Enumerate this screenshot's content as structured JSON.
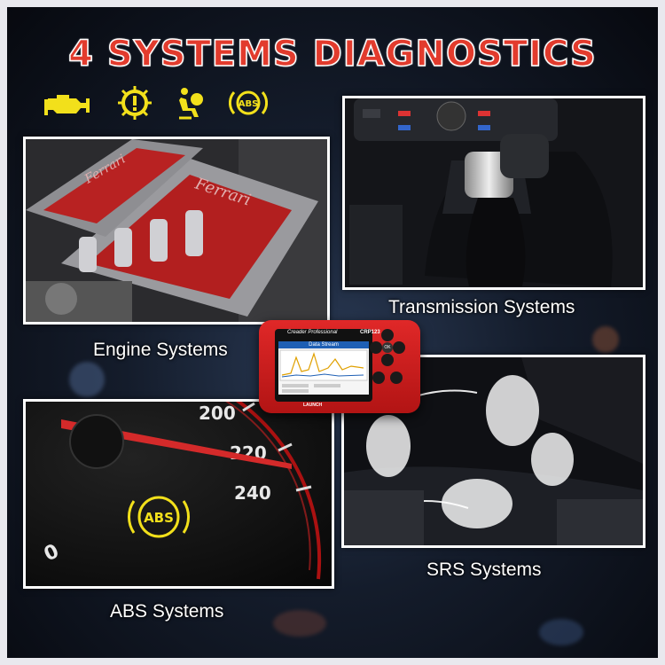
{
  "title": "4 SYSTEMS DIAGNOSTICS",
  "icons": [
    "engine-warning-icon",
    "tpms-warning-icon",
    "airbag-icon",
    "abs-icon"
  ],
  "abs_text": "ABS",
  "colors": {
    "title": "#e23b2d",
    "icon_yellow": "#f2e01b",
    "device_red": "#d41e1e"
  },
  "panels": {
    "engine": {
      "label": "Engine Systems",
      "engine_brand": "Ferrari"
    },
    "transmission": {
      "label": "Transmission Systems"
    },
    "abs": {
      "label": "ABS Systems",
      "gauge_ticks": [
        "200",
        "220",
        "240",
        "0"
      ],
      "light_text": "ABS"
    },
    "srs": {
      "label": "SRS Systems"
    }
  },
  "device": {
    "brand": "Creader Professional",
    "model": "CRP123",
    "screen_title": "Data Stream",
    "maker": "LAUNCH",
    "ok_label": "OK"
  }
}
